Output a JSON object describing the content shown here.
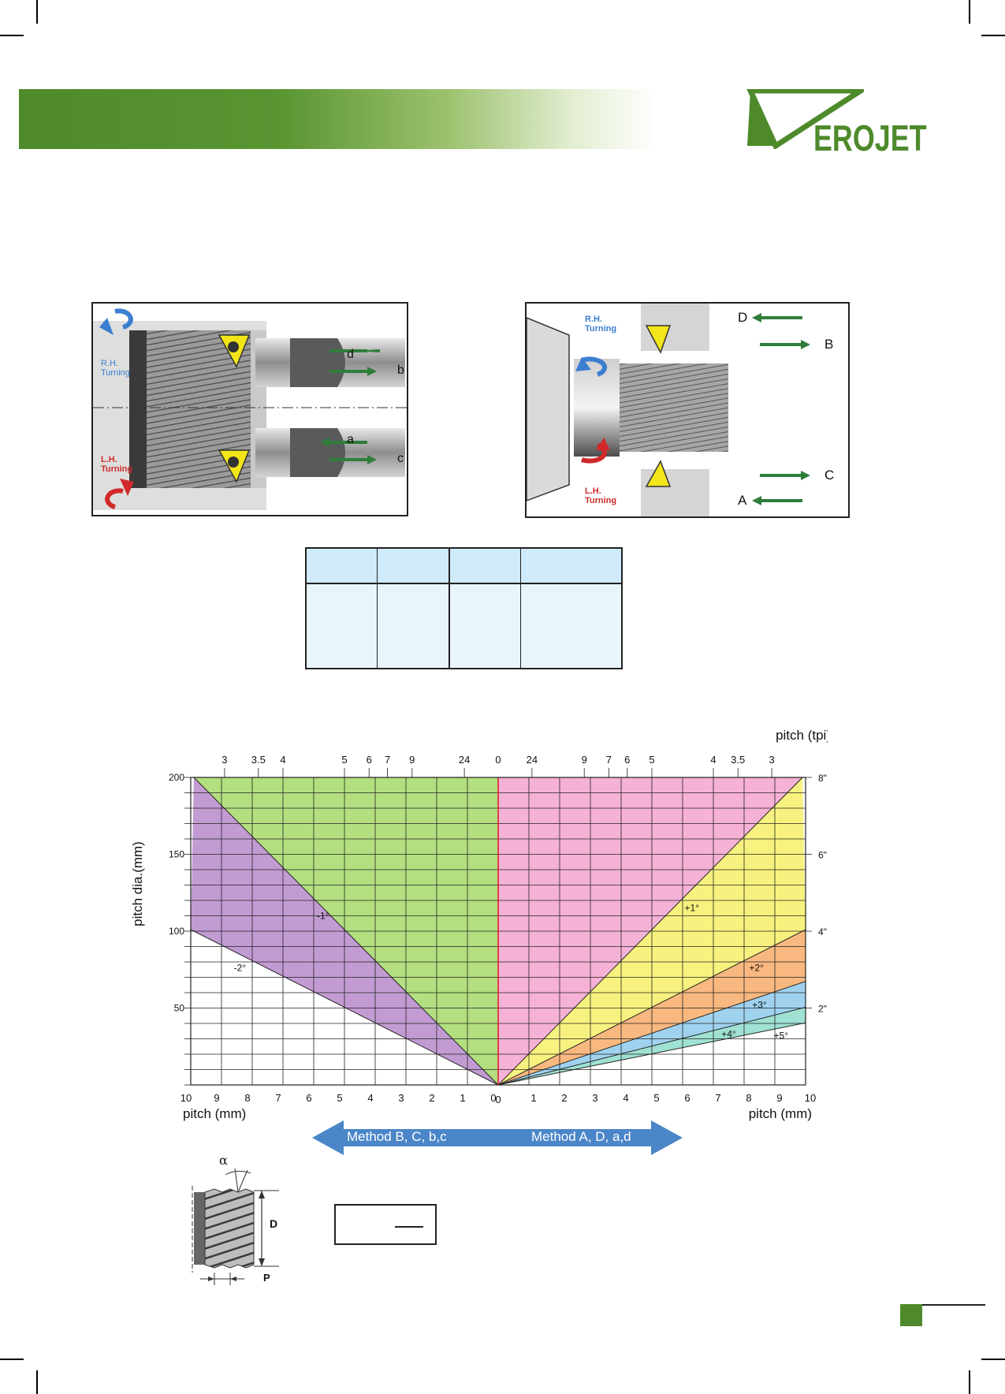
{
  "brand": {
    "name": "EROJET",
    "color": "#4e8a2b"
  },
  "figures": {
    "internal": {
      "rh": [
        "R.H.",
        "Turning"
      ],
      "lh": [
        "L.H.",
        "Turning"
      ],
      "arrows": [
        "d",
        "b",
        "a",
        "c"
      ]
    },
    "external": {
      "rh": [
        "R.H.",
        "Turning"
      ],
      "lh": [
        "L.H.",
        "Turning"
      ],
      "arrows": [
        "D",
        "B",
        "C",
        "A"
      ]
    }
  },
  "chart_data": {
    "type": "area",
    "ylabel": "pitch dia.(mm)",
    "xlabel_left": "pitch (mm)",
    "xlabel_right": "pitch (mm)",
    "top_axis_label": "pitch (tpi)",
    "x_left_ticks": [
      "10",
      "9",
      "8",
      "7",
      "6",
      "5",
      "4",
      "3",
      "2",
      "1",
      "0"
    ],
    "x_right_ticks": [
      "0",
      "1",
      "2",
      "3",
      "4",
      "5",
      "6",
      "7",
      "8",
      "9",
      "10"
    ],
    "tpi_left_ticks": [
      "3",
      "3.5",
      "4",
      "5",
      "6",
      "7",
      "9",
      "24",
      "0"
    ],
    "tpi_right_ticks": [
      "24",
      "9",
      "7",
      "6",
      "5",
      "4",
      "3.5",
      "3"
    ],
    "y_ticks": [
      "200",
      "150",
      "100",
      "50"
    ],
    "inch_ticks": [
      "8\"",
      "6\"",
      "4\"",
      "2\""
    ],
    "xlim": [
      -10,
      10
    ],
    "ylim": [
      0,
      200
    ],
    "helix_lines": [
      {
        "label": "-1°",
        "pitch_at_200": -9.9
      },
      {
        "label": "-2°",
        "pitch_at_200": -19.8
      },
      {
        "label": "+1°",
        "pitch_at_200": 9.9
      },
      {
        "label": "+2°",
        "pitch_at_200": 19.8
      },
      {
        "label": "+3°",
        "pitch_at_200": 29.7
      },
      {
        "label": "+4°",
        "pitch_at_200": 39.6
      },
      {
        "label": "+5°",
        "pitch_at_200": 49.5
      }
    ],
    "zone_colors": [
      "#c39bd3",
      "#b3df80",
      "#f6b1d6",
      "#f7f27f",
      "#f8b87f",
      "#9fd2ef",
      "#9fe1d2"
    ]
  },
  "method_arrow": {
    "left": "Method  B, C, b,c",
    "right": "Method  A, D, a,d",
    "color": "#4a86c8"
  },
  "thread_diagram": {
    "alpha": "α",
    "d": "D",
    "p": "P"
  }
}
